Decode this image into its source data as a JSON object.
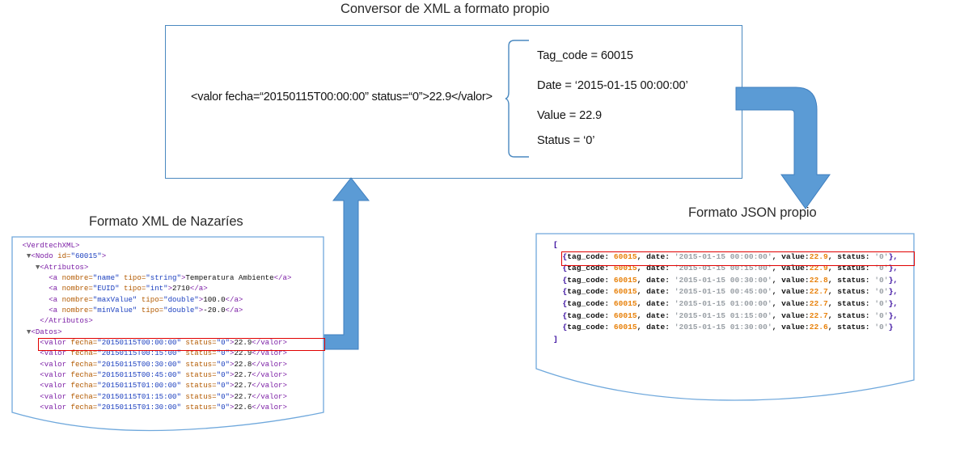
{
  "diagram": {
    "type": "flow-diagram",
    "titles": {
      "converter": "Conversor de XML a formato propio",
      "xml_source": "Formato XML de Nazaríes",
      "json_output": "Formato JSON propio"
    },
    "converter_box": {
      "sample_line": "<valor fecha=“20150115T00:00:00”  status=“0”>22.9</valor>",
      "fields": [
        {
          "label": "Tag_code = 60015"
        },
        {
          "label": "Date = ‘2015-01-15  00:00:00’"
        },
        {
          "label": "Value = 22.9"
        },
        {
          "label": "Status = ‘0’"
        }
      ]
    },
    "arrows": [
      {
        "name": "xml-to-converter",
        "direction": "up",
        "color": "#5B9BD5"
      },
      {
        "name": "converter-to-json",
        "direction": "down",
        "color": "#5B9BD5"
      }
    ],
    "colors": {
      "accent": "#5B9BD5",
      "box_border": "#4A89C0",
      "highlight": "#E00000",
      "xml_tag": "#7C1FA6",
      "xml_attr": "#B35A00",
      "xml_value": "#1B3FBF",
      "json_number": "#E8820C",
      "json_string": "#9AA0A6",
      "json_bracket": "#3B0FA0"
    },
    "xml_document": {
      "lines": [
        {
          "indent": 0,
          "marker": "",
          "segments": [
            {
              "t": "tag",
              "s": "<VerdtechXML>"
            }
          ]
        },
        {
          "indent": 1,
          "marker": "▼",
          "segments": [
            {
              "t": "tag",
              "s": "<Nodo "
            },
            {
              "t": "attr",
              "s": "id="
            },
            {
              "t": "val",
              "s": "\"60015\""
            },
            {
              "t": "tag",
              "s": ">"
            }
          ]
        },
        {
          "indent": 2,
          "marker": "▼",
          "segments": [
            {
              "t": "tag",
              "s": "<Atributos>"
            }
          ]
        },
        {
          "indent": 3,
          "marker": "",
          "segments": [
            {
              "t": "tag",
              "s": "<a "
            },
            {
              "t": "attr",
              "s": "nombre="
            },
            {
              "t": "val",
              "s": "\"name\""
            },
            {
              "t": "attr",
              "s": " tipo="
            },
            {
              "t": "val",
              "s": "\"string\""
            },
            {
              "t": "tag",
              "s": ">"
            },
            {
              "t": "text",
              "s": "Temperatura Ambiente"
            },
            {
              "t": "tag",
              "s": "</a>"
            }
          ]
        },
        {
          "indent": 3,
          "marker": "",
          "segments": [
            {
              "t": "tag",
              "s": "<a "
            },
            {
              "t": "attr",
              "s": "nombre="
            },
            {
              "t": "val",
              "s": "\"EUID\""
            },
            {
              "t": "attr",
              "s": " tipo="
            },
            {
              "t": "val",
              "s": "\"int\""
            },
            {
              "t": "tag",
              "s": ">"
            },
            {
              "t": "text",
              "s": "2710"
            },
            {
              "t": "tag",
              "s": "</a>"
            }
          ]
        },
        {
          "indent": 3,
          "marker": "",
          "segments": [
            {
              "t": "tag",
              "s": "<a "
            },
            {
              "t": "attr",
              "s": "nombre="
            },
            {
              "t": "val",
              "s": "\"maxValue\""
            },
            {
              "t": "attr",
              "s": " tipo="
            },
            {
              "t": "val",
              "s": "\"double\""
            },
            {
              "t": "tag",
              "s": ">"
            },
            {
              "t": "text",
              "s": "100.0"
            },
            {
              "t": "tag",
              "s": "</a>"
            }
          ]
        },
        {
          "indent": 3,
          "marker": "",
          "segments": [
            {
              "t": "tag",
              "s": "<a "
            },
            {
              "t": "attr",
              "s": "nombre="
            },
            {
              "t": "val",
              "s": "\"minValue\""
            },
            {
              "t": "attr",
              "s": " tipo="
            },
            {
              "t": "val",
              "s": "\"double\""
            },
            {
              "t": "tag",
              "s": ">"
            },
            {
              "t": "text",
              "s": "-20.0"
            },
            {
              "t": "tag",
              "s": "</a>"
            }
          ]
        },
        {
          "indent": 2,
          "marker": "",
          "segments": [
            {
              "t": "tag",
              "s": "</Atributos>"
            }
          ]
        },
        {
          "indent": 1,
          "marker": "▼",
          "segments": [
            {
              "t": "tag",
              "s": "<Datos>"
            }
          ]
        },
        {
          "indent": 2,
          "marker": "",
          "segments": [
            {
              "t": "tag",
              "s": "<valor "
            },
            {
              "t": "attr",
              "s": "fecha="
            },
            {
              "t": "val",
              "s": "\"20150115T00:00:00\""
            },
            {
              "t": "attr",
              "s": " status="
            },
            {
              "t": "val",
              "s": "\"0\""
            },
            {
              "t": "tag",
              "s": ">"
            },
            {
              "t": "text",
              "s": "22.9"
            },
            {
              "t": "tag",
              "s": "</valor>"
            }
          ]
        },
        {
          "indent": 2,
          "marker": "",
          "segments": [
            {
              "t": "tag",
              "s": "<valor "
            },
            {
              "t": "attr",
              "s": "fecha="
            },
            {
              "t": "val",
              "s": "\"20150115T00:15:00\""
            },
            {
              "t": "attr",
              "s": " status="
            },
            {
              "t": "val",
              "s": "\"0\""
            },
            {
              "t": "tag",
              "s": ">"
            },
            {
              "t": "text",
              "s": "22.9"
            },
            {
              "t": "tag",
              "s": "</valor>"
            }
          ]
        },
        {
          "indent": 2,
          "marker": "",
          "segments": [
            {
              "t": "tag",
              "s": "<valor "
            },
            {
              "t": "attr",
              "s": "fecha="
            },
            {
              "t": "val",
              "s": "\"20150115T00:30:00\""
            },
            {
              "t": "attr",
              "s": " status="
            },
            {
              "t": "val",
              "s": "\"0\""
            },
            {
              "t": "tag",
              "s": ">"
            },
            {
              "t": "text",
              "s": "22.8"
            },
            {
              "t": "tag",
              "s": "</valor>"
            }
          ]
        },
        {
          "indent": 2,
          "marker": "",
          "segments": [
            {
              "t": "tag",
              "s": "<valor "
            },
            {
              "t": "attr",
              "s": "fecha="
            },
            {
              "t": "val",
              "s": "\"20150115T00:45:00\""
            },
            {
              "t": "attr",
              "s": " status="
            },
            {
              "t": "val",
              "s": "\"0\""
            },
            {
              "t": "tag",
              "s": ">"
            },
            {
              "t": "text",
              "s": "22.7"
            },
            {
              "t": "tag",
              "s": "</valor>"
            }
          ]
        },
        {
          "indent": 2,
          "marker": "",
          "segments": [
            {
              "t": "tag",
              "s": "<valor "
            },
            {
              "t": "attr",
              "s": "fecha="
            },
            {
              "t": "val",
              "s": "\"20150115T01:00:00\""
            },
            {
              "t": "attr",
              "s": " status="
            },
            {
              "t": "val",
              "s": "\"0\""
            },
            {
              "t": "tag",
              "s": ">"
            },
            {
              "t": "text",
              "s": "22.7"
            },
            {
              "t": "tag",
              "s": "</valor>"
            }
          ]
        },
        {
          "indent": 2,
          "marker": "",
          "segments": [
            {
              "t": "tag",
              "s": "<valor "
            },
            {
              "t": "attr",
              "s": "fecha="
            },
            {
              "t": "val",
              "s": "\"20150115T01:15:00\""
            },
            {
              "t": "attr",
              "s": " status="
            },
            {
              "t": "val",
              "s": "\"0\""
            },
            {
              "t": "tag",
              "s": ">"
            },
            {
              "t": "text",
              "s": "22.7"
            },
            {
              "t": "tag",
              "s": "</valor>"
            }
          ]
        },
        {
          "indent": 2,
          "marker": "",
          "segments": [
            {
              "t": "tag",
              "s": "<valor "
            },
            {
              "t": "attr",
              "s": "fecha="
            },
            {
              "t": "val",
              "s": "\"20150115T01:30:00\""
            },
            {
              "t": "attr",
              "s": " status="
            },
            {
              "t": "val",
              "s": "\"0\""
            },
            {
              "t": "tag",
              "s": ">"
            },
            {
              "t": "text",
              "s": "22.6"
            },
            {
              "t": "tag",
              "s": "</valor>"
            }
          ]
        }
      ]
    },
    "json_document": {
      "open_bracket": "[",
      "close_bracket": "]",
      "records": [
        {
          "tag_code": "60015",
          "date": "'2015-01-15 00:00:00'",
          "value": "22.9",
          "status": "'0'",
          "trailing": ","
        },
        {
          "tag_code": "60015",
          "date": "'2015-01-15 00:15:00'",
          "value": "22.9",
          "status": "'0'",
          "trailing": ","
        },
        {
          "tag_code": "60015",
          "date": "'2015-01-15 00:30:00'",
          "value": "22.8",
          "status": "'0'",
          "trailing": ","
        },
        {
          "tag_code": "60015",
          "date": "'2015-01-15 00:45:00'",
          "value": "22.7",
          "status": "'0'",
          "trailing": ","
        },
        {
          "tag_code": "60015",
          "date": "'2015-01-15 01:00:00'",
          "value": "22.7",
          "status": "'0'",
          "trailing": ","
        },
        {
          "tag_code": "60015",
          "date": "'2015-01-15 01:15:00'",
          "value": "22.7",
          "status": "'0'",
          "trailing": ","
        },
        {
          "tag_code": "60015",
          "date": "'2015-01-15 01:30:00'",
          "value": "22.6",
          "status": "'0'",
          "trailing": ""
        }
      ],
      "key_labels": {
        "tag": "tag_code: ",
        "date": "date: ",
        "value": "value:",
        "status": "status: "
      }
    }
  }
}
